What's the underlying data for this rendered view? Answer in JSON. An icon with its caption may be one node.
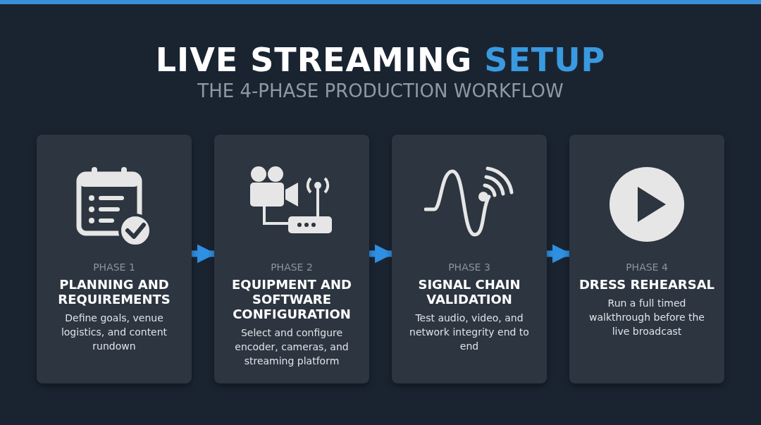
{
  "diagram": {
    "title": "LIVE STREAMING SETUP",
    "nodes": [
      {
        "text": [
          "PHASE 1",
          "PLANNING AND REQUIREMENTS",
          "Define goals, venue logistics, and content rundown"
        ]
      },
      {
        "text": [
          "PHASE 2",
          "EQUIPMENT AND SOFTWARE CONFIGURATION",
          "Select and configure encoder, cameras, and streaming platform"
        ]
      },
      {
        "text": [
          "PHASE 3",
          "SIGNAL CHAIN VALIDATION",
          "Test audio, video, and network integrity end to end"
        ]
      },
      {
        "text": [
          "PHASE 4",
          "DRESS REHEARSAL",
          "Run a full timed walkthrough before the live broadcast"
        ]
      }
    ],
    "edges": [
      {
        "from": 0,
        "to": 1,
        "arrow": "to"
      },
      {
        "from": 1,
        "to": 2,
        "arrow": "to"
      },
      {
        "from": 2,
        "to": 3,
        "arrow": "to"
      }
    ],
    "labels": [
      "THE 4-PHASE PRODUCTION WORKFLOW"
    ]
  }
}
